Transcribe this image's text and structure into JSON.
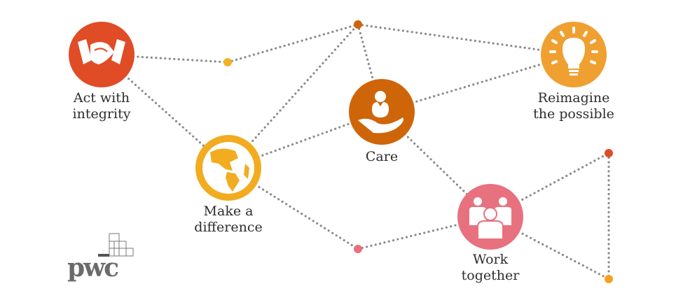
{
  "values": [
    {
      "id": "act",
      "label_lines": [
        "Act with",
        "integrity"
      ],
      "icon": "handshake-icon",
      "color": "#e04c26"
    },
    {
      "id": "globe",
      "label_lines": [
        "Make a",
        "difference"
      ],
      "icon": "globe-icon",
      "color": "#f2ac1f"
    },
    {
      "id": "care",
      "label_lines": [
        "Care"
      ],
      "icon": "caring-hand-icon",
      "color": "#cf6509"
    },
    {
      "id": "bulb",
      "label_lines": [
        "Reimagine",
        "the possible"
      ],
      "icon": "lightbulb-icon",
      "color": "#f0a030"
    },
    {
      "id": "work",
      "label_lines": [
        "Work",
        "together"
      ],
      "icon": "people-group-icon",
      "color": "#e8717f"
    }
  ],
  "dots": [
    {
      "id": "d1",
      "color": "#f3b224"
    },
    {
      "id": "d2",
      "color": "#cf6509"
    },
    {
      "id": "d3",
      "color": "#e8717f"
    },
    {
      "id": "d4",
      "color": "#e04c26"
    },
    {
      "id": "d5",
      "color": "#f3a21f"
    }
  ],
  "connections": [
    [
      "act",
      "d1"
    ],
    [
      "d1",
      "d2"
    ],
    [
      "act",
      "globe"
    ],
    [
      "globe",
      "d2"
    ],
    [
      "globe",
      "care"
    ],
    [
      "d2",
      "care"
    ],
    [
      "d2",
      "bulb"
    ],
    [
      "care",
      "bulb"
    ],
    [
      "care",
      "work"
    ],
    [
      "globe",
      "d3"
    ],
    [
      "d3",
      "work"
    ],
    [
      "work",
      "d4"
    ],
    [
      "work",
      "d5"
    ],
    [
      "d4",
      "d5"
    ]
  ],
  "line_color": "#8a8a8a",
  "logo": {
    "text": "pwc"
  }
}
